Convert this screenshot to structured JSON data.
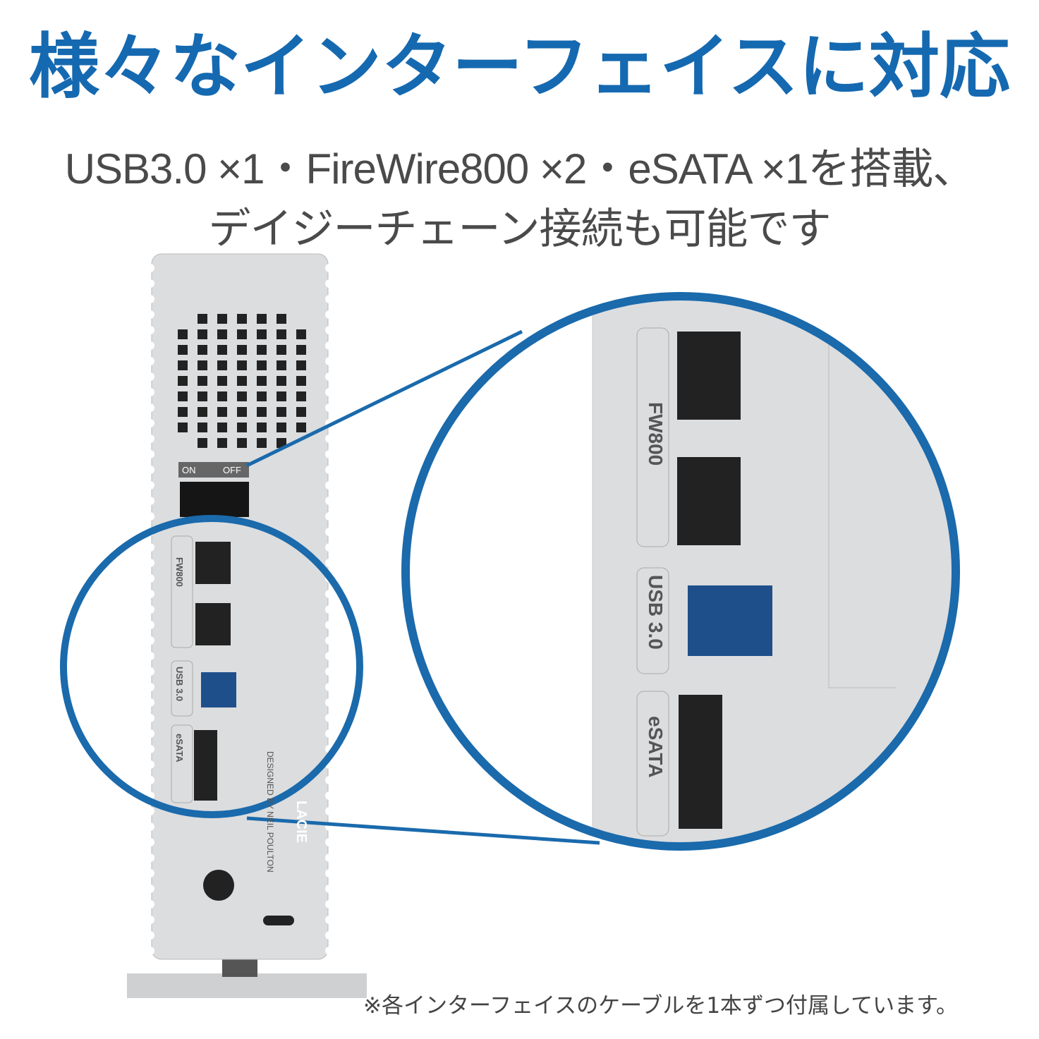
{
  "title": "様々なインターフェイスに対応",
  "subtitle_lines": [
    "USB3.0 ×1・FireWire800 ×2・eSATA ×1を搭載、",
    "デイジーチェーン接続も可能です"
  ],
  "footnote": "※各インターフェイスのケーブルを1本ずつ付属しています。",
  "device": {
    "switch_on": "ON",
    "switch_off": "OFF",
    "ports": {
      "fw800": "FW800",
      "usb3": "USB 3.0",
      "esata": "eSATA"
    },
    "designer": "DESIGNED BY NEIL POULTON",
    "logo": "LACIE"
  },
  "colors": {
    "accent": "#1569b0",
    "body": "#d9dadc",
    "circle": "#1a6aac"
  }
}
